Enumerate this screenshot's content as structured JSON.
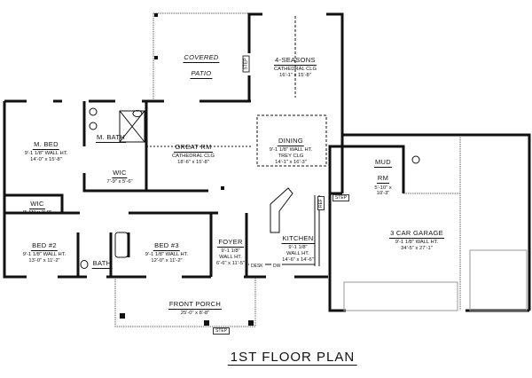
{
  "title": "1ST FLOOR PLAN",
  "rooms": {
    "covered_patio": {
      "name": "COVERED",
      "name2": "PATIO"
    },
    "four_seasons": {
      "name": "4-SEASONS",
      "ceiling": "CATHEDRAL CLG",
      "size": "16'-1\" x 15'-8\""
    },
    "m_bed": {
      "name": "M. BED",
      "wall": "9'-1 1/8\" WALL HT.",
      "size": "14'-0\" x 15'-8\""
    },
    "m_bath": {
      "name": "M. BATH"
    },
    "m_wic": {
      "name": "WIC",
      "size": "7'-9\" x 5'-6\""
    },
    "great_rm": {
      "name": "GREAT RM",
      "ceiling": "CATHEDRAL CLG",
      "size": "18'-6\" x 15'-8\""
    },
    "dining": {
      "name": "DINING",
      "wall": "9'-1 1/8\" WALL HT.",
      "ceiling": "TREY CLG",
      "size": "14'-1\" x 16'-3\""
    },
    "mud_rm": {
      "name": "MUD",
      "name2": "RM",
      "size": "5'-10\" x",
      "size2": "10'-3\""
    },
    "garage": {
      "name": "3 CAR GARAGE",
      "wall": "9'-1 1/8\" WALL HT.",
      "size": "34'-5\" x 27'-1\""
    },
    "wic2": {
      "name": "WIC",
      "size": "8'-11\" x 3'-8\""
    },
    "bed2": {
      "name": "BED #2",
      "wall": "9'-1 1/8\" WALL HT.",
      "size": "13'-0\" x 11'-2\""
    },
    "bath": {
      "name": "BATH"
    },
    "bed3": {
      "name": "BED #3",
      "wall": "9'-1 1/8\" WALL HT.",
      "size": "12'-0\" x 11'-2\""
    },
    "foyer": {
      "name": "FOYER",
      "wall": "9'-1 1/8\"",
      "wall2": "WALL HT.",
      "size": "6'-6\" x 11'-5\""
    },
    "kitchen": {
      "name": "KITCHEN",
      "wall": "9'-1 1/8\"",
      "wall2": "WALL HT.",
      "size": "14'-6\" x 14'-6\""
    },
    "front_porch": {
      "name": "FRONT PORCH",
      "size": "25'-0\" x 8'-8\""
    }
  },
  "fixtures": {
    "step_patio": "STEP",
    "step_garage": "STEP",
    "step_porch": "STEP",
    "ref": "REF",
    "desk": "DESK",
    "dw": "DW"
  }
}
